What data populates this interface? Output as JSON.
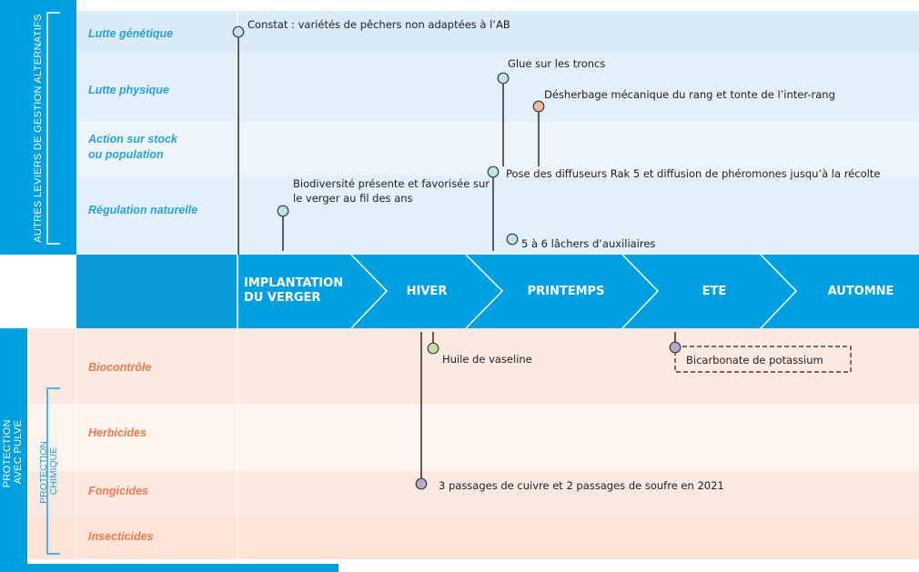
{
  "colors": {
    "accent_blue": "#009fe0",
    "blue_label": "#2aa1d3",
    "orange_label": "#ec7a4e",
    "dot_blue": "#bfe3ec",
    "dot_orange": "#f7b8a0",
    "dot_green": "#c8dfa0",
    "dot_purple": "#b8a8cc"
  },
  "side_labels": {
    "top": "AUTRES LEVIERS DE GESTION ALTERNATIFS",
    "bottom_outer_line1": "PROTECTION",
    "bottom_outer_line2": "AVEC PULVE",
    "bottom_inner_line1": "PROTECTION",
    "bottom_inner_line2": "CHIMIQUE"
  },
  "top_rows": [
    {
      "label_lines": [
        "Lutte génétique"
      ]
    },
    {
      "label_lines": [
        "Lutte physique"
      ]
    },
    {
      "label_lines": [
        "Action sur stock",
        "ou population"
      ]
    },
    {
      "label_lines": [
        "Régulation naturelle"
      ]
    }
  ],
  "bottom_rows": [
    {
      "label_lines": [
        "Biocontrôle"
      ]
    },
    {
      "label_lines": [
        "Herbicides"
      ]
    },
    {
      "label_lines": [
        "Fongicides"
      ]
    },
    {
      "label_lines": [
        "Insecticides"
      ]
    }
  ],
  "seasons": [
    {
      "label_lines": [
        "IMPLANTATION",
        "DU VERGER"
      ]
    },
    {
      "label_lines": [
        "HIVER"
      ]
    },
    {
      "label_lines": [
        "PRINTEMPS"
      ]
    },
    {
      "label_lines": [
        "ETE"
      ]
    },
    {
      "label_lines": [
        "AUTOMNE"
      ]
    }
  ],
  "annotations": [
    {
      "name": "constat-varietes",
      "dot": "blue",
      "text_lines": [
        "Constat : variétés de pêchers non adaptées à l’AB"
      ]
    },
    {
      "name": "glue-troncs",
      "dot": "blue",
      "text_lines": [
        "Glue sur les troncs"
      ]
    },
    {
      "name": "desherbage-mecanique",
      "dot": "orange",
      "text_lines": [
        "Désherbage mécanique du rang et tonte de l’inter-rang"
      ]
    },
    {
      "name": "pose-diffuseurs",
      "dot": "blue",
      "text_lines": [
        "Pose  des diffuseurs Rak 5 et diffusion de phéromones jusqu’à la récolte"
      ]
    },
    {
      "name": "biodiversite",
      "dot": "blue",
      "text_lines": [
        "Biodiversité présente et favorisée sur",
        "le verger au fil des ans"
      ]
    },
    {
      "name": "lachers-auxiliaires",
      "dot": "blue",
      "text_lines": [
        "5 à 6 lâchers d’auxiliaires"
      ]
    },
    {
      "name": "huile-vaseline",
      "dot": "green",
      "text_lines": [
        "Huile de vaseline"
      ]
    },
    {
      "name": "bicarbonate-potassium",
      "dot": "purple",
      "text_lines": [
        "Bicarbonate de potassium"
      ]
    },
    {
      "name": "cuivre-soufre",
      "dot": "purple",
      "text_lines": [
        "3 passages de cuivre et 2 passages de soufre en 2021"
      ]
    }
  ]
}
